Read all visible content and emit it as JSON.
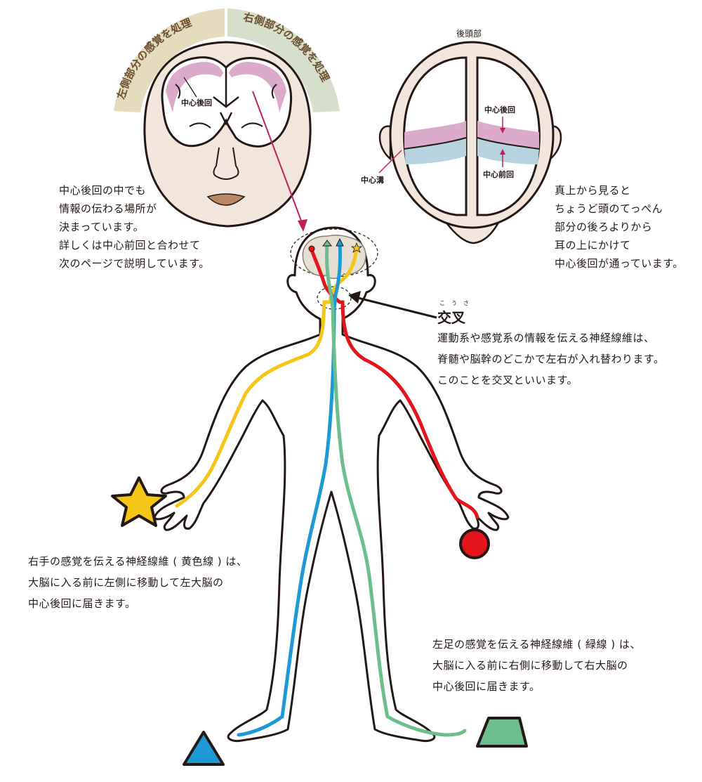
{
  "front_head": {
    "arc_left_label": "左側部分の感覚を処理",
    "arc_right_label": "右側部分の感覚を処理",
    "gyrus_label": "中心後回"
  },
  "top_head": {
    "title": "後頭部",
    "postcentral_label": "中心後回",
    "precentral_label": "中心前回",
    "sulcus_label": "中心溝"
  },
  "notes": {
    "left_note": "中心後回の中でも\n情報の伝わる場所が\n決まっています。\n詳しくは中心前回と合わせて\n次のページで説明しています。",
    "right_note": "真上から見ると\nちょうど頭のてっぺん\n部分の後ろよりから\n耳の上にかけて\n中心後回が通っています。",
    "crossing_title": "交叉",
    "crossing_ruby": "こうさ",
    "crossing_body": "運動系や感覚系の情報を伝える神経線維は、\n脊髄や脳幹のどこかで左右が入れ替わります。\nこのことを交叉といいます。",
    "yellow_note": "右手の感覚を伝える神経線維 ( 黄色線 ) は、\n大脳に入る前に左側に移動して左大脳の\n中心後回に届きます。",
    "green_note": "左足の感覚を伝える神経線維 ( 緑線 ) は、\n大脳に入る前に右側に移動して右大脳の\n中心後回に届きます。"
  },
  "colors": {
    "yellow_nerve": "#f5c518",
    "red_nerve": "#e3151b",
    "blue_nerve": "#1d9ad6",
    "green_nerve": "#6cbf8c",
    "pink_gyrus": "#dcaaca",
    "light_blue_gyrus": "#b6d3df",
    "skin": "#f3e6dc",
    "arc_beige": "#e4dcbd",
    "arc_green": "#d6dfc9",
    "arrow_magenta": "#c0205a"
  },
  "icons": {
    "right_hand_stimulus": "star-icon",
    "left_hand_stimulus": "circle-icon",
    "right_foot_stimulus": "triangle-icon",
    "left_foot_stimulus": "trapezoid-icon"
  }
}
